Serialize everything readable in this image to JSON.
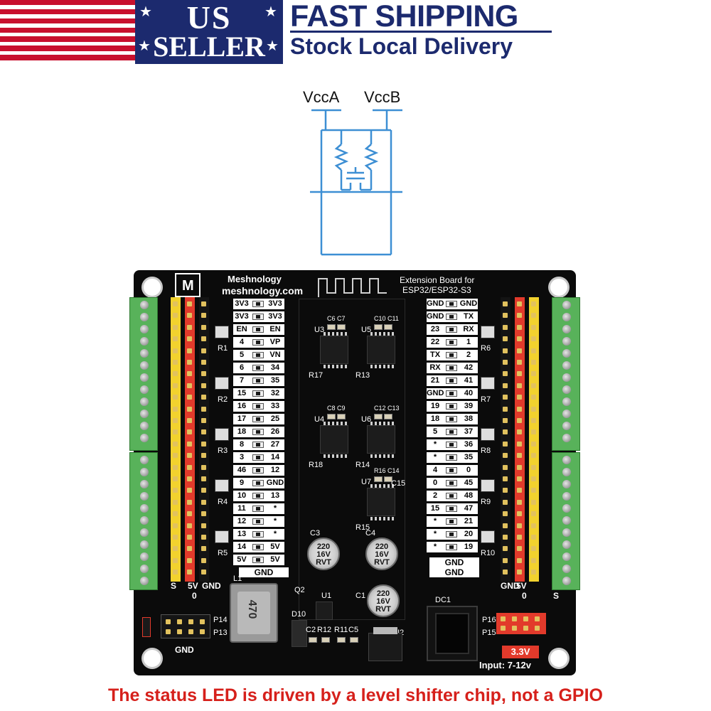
{
  "banner": {
    "badge_line1": "US",
    "badge_line2": "SELLER",
    "headline": "FAST SHIPPING",
    "subline": "Stock Local Delivery",
    "colors": {
      "navy": "#1c2a6e",
      "flag_red": "#c8102e",
      "white": "#ffffff"
    }
  },
  "schematic": {
    "label_a": "VccA",
    "label_b": "VccB",
    "line_color": "#3d8fd4"
  },
  "board": {
    "brand": "Meshnology",
    "url": "meshnology.com",
    "logo_letter": "M",
    "title_line1": "Extension Board for",
    "title_line2": "ESP32/ESP32-S3",
    "input_label": "Input: 7-12v",
    "gnd_label": "GND",
    "v33_label": "3.3V",
    "left_header_labels": [
      "S",
      "5V",
      "0",
      "GND"
    ],
    "right_header_labels": [
      "GND",
      "5V",
      "0",
      "S"
    ],
    "left_pins": [
      [
        "3V3",
        "3V3"
      ],
      [
        "3V3",
        "3V3"
      ],
      [
        "EN",
        "EN"
      ],
      [
        "4",
        "VP"
      ],
      [
        "5",
        "VN"
      ],
      [
        "6",
        "34"
      ],
      [
        "7",
        "35"
      ],
      [
        "15",
        "32"
      ],
      [
        "16",
        "33"
      ],
      [
        "17",
        "25"
      ],
      [
        "18",
        "26"
      ],
      [
        "8",
        "27"
      ],
      [
        "3",
        "14"
      ],
      [
        "46",
        "12"
      ],
      [
        "9",
        "GND"
      ],
      [
        "10",
        "13"
      ],
      [
        "11",
        "*"
      ],
      [
        "12",
        "*"
      ],
      [
        "13",
        "*"
      ],
      [
        "14",
        "5V"
      ],
      [
        "5V",
        "5V"
      ]
    ],
    "right_pins": [
      [
        "GND",
        "GND"
      ],
      [
        "GND",
        "TX"
      ],
      [
        "23",
        "RX"
      ],
      [
        "22",
        "1"
      ],
      [
        "TX",
        "2"
      ],
      [
        "RX",
        "42"
      ],
      [
        "21",
        "41"
      ],
      [
        "GND",
        "40"
      ],
      [
        "19",
        "39"
      ],
      [
        "18",
        "38"
      ],
      [
        "5",
        "37"
      ],
      [
        "*",
        "36"
      ],
      [
        "*",
        "35"
      ],
      [
        "4",
        "0"
      ],
      [
        "0",
        "45"
      ],
      [
        "2",
        "48"
      ],
      [
        "15",
        "47"
      ],
      [
        "*",
        "21"
      ],
      [
        "*",
        "20"
      ],
      [
        "*",
        "19"
      ]
    ],
    "left_resistors": [
      "R1",
      "R2",
      "R3",
      "R4",
      "R5"
    ],
    "right_resistors": [
      "R6",
      "R7",
      "R8",
      "R9",
      "R10"
    ],
    "chips": [
      {
        "ref": "U3",
        "caps": "C6 C7",
        "res": "R17"
      },
      {
        "ref": "U5",
        "caps": "C10 C11",
        "res": "R13"
      },
      {
        "ref": "U4",
        "caps": "C8 C9",
        "res": "R18"
      },
      {
        "ref": "U6",
        "caps": "C12 C13",
        "res": "R14"
      },
      {
        "ref": "U7",
        "caps": "R16 C14",
        "res": "R15"
      }
    ],
    "c15": "C15",
    "caps_big": [
      {
        "ref": "C3",
        "line1": "220",
        "line2": "16V",
        "line3": "RVT"
      },
      {
        "ref": "C4",
        "line1": "220",
        "line2": "16V",
        "line3": "RVT"
      },
      {
        "ref": "C1",
        "line1": "220",
        "line2": "16V",
        "line3": "RVT"
      }
    ],
    "inductor_ref": "L1",
    "inductor_value": "470",
    "q2": "Q2",
    "u1": "U1",
    "d10": "D10",
    "c2": "C2",
    "r12": "R12",
    "r11": "R11",
    "c5": "C5",
    "u2": "U2",
    "dc1": "DC1",
    "p14": "P14",
    "p13": "P13",
    "p16": "P16",
    "p15": "P15",
    "colors": {
      "pcb": "#0b0b0b",
      "terminal": "#58b25a",
      "header_red": "#e23a2b",
      "header_yellow": "#f2d22e"
    }
  },
  "caption": {
    "text": "The status LED is driven by a level shifter chip, not a GPIO",
    "color": "#d6201b"
  }
}
